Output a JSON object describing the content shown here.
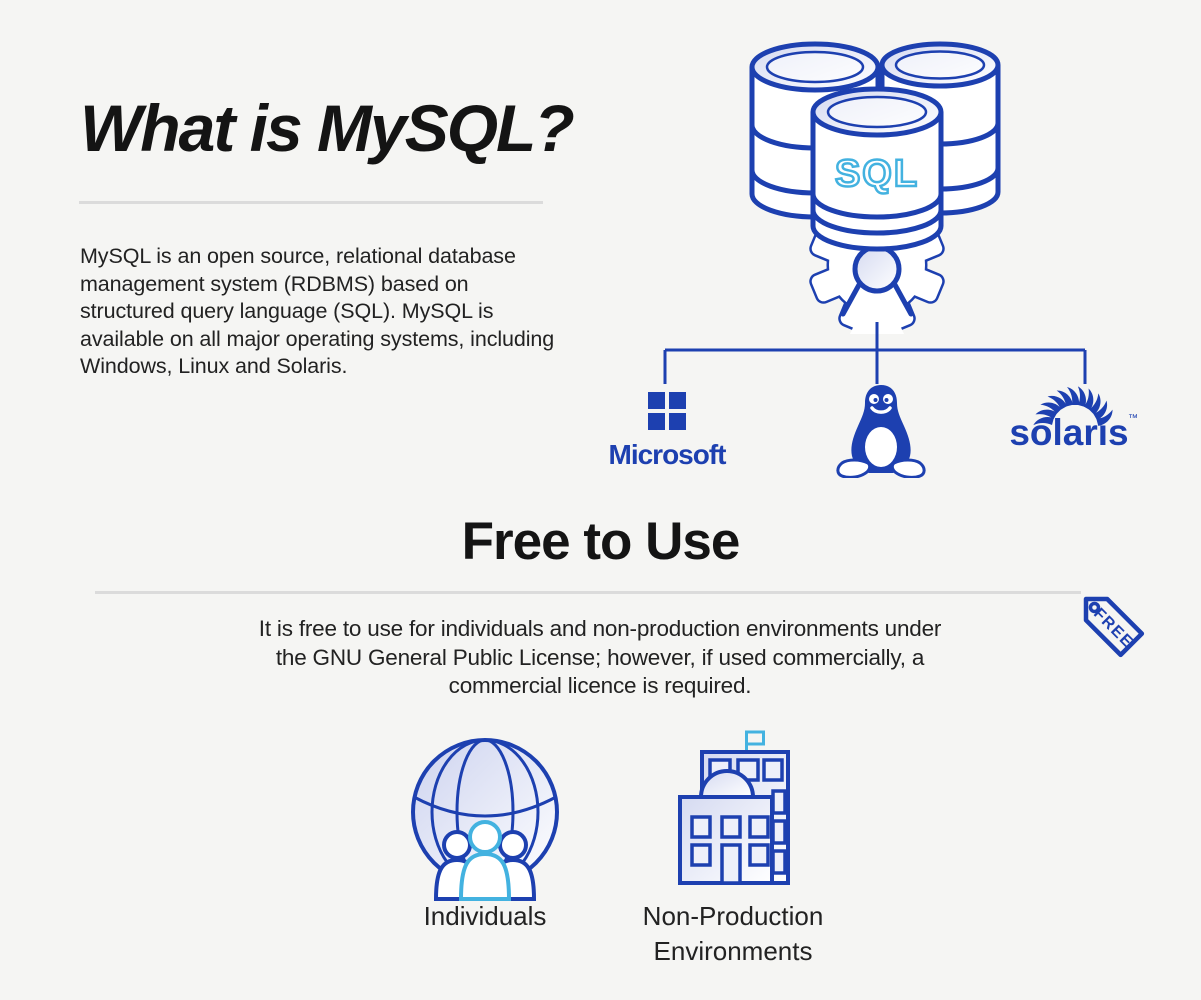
{
  "theme": {
    "background": "#f5f5f3",
    "accent_blue": "#1d40b0",
    "accent_cyan": "#43b2e0",
    "divider_gray": "#dbdbdb",
    "heading_color": "#141414",
    "body_text_color": "#222222",
    "icon_fill_light": "#d5daf1"
  },
  "what_is_mysql": {
    "title": "What is MySQL?",
    "description": "MySQL is an open source, relational database management system (RDBMS) based on structured query language (SQL). MySQL is available on all major operating systems, including Windows, Linux and Solaris.",
    "illustration": {
      "sql_label": "SQL",
      "icons": [
        "database-cluster-icon",
        "gear-icon"
      ]
    }
  },
  "platforms": [
    {
      "wordmark": "Microsoft",
      "icon": "microsoft-logo"
    },
    {
      "icon": "linux-tux-icon"
    },
    {
      "wordmark": "solaris",
      "trademark": "™",
      "icon": "solaris-logo"
    }
  ],
  "free_to_use": {
    "title": "Free to Use",
    "tag_label": "FREE",
    "tag_icon": "price-tag-icon",
    "description": "It is free to use for individuals and non-production environments under the GNU General Public License; however, if used commercially, a commercial licence is required.",
    "items": [
      {
        "label": "Individuals",
        "icon": "globe-people-icon"
      },
      {
        "label": "Non-Production Environments",
        "icon": "buildings-icon"
      }
    ]
  }
}
